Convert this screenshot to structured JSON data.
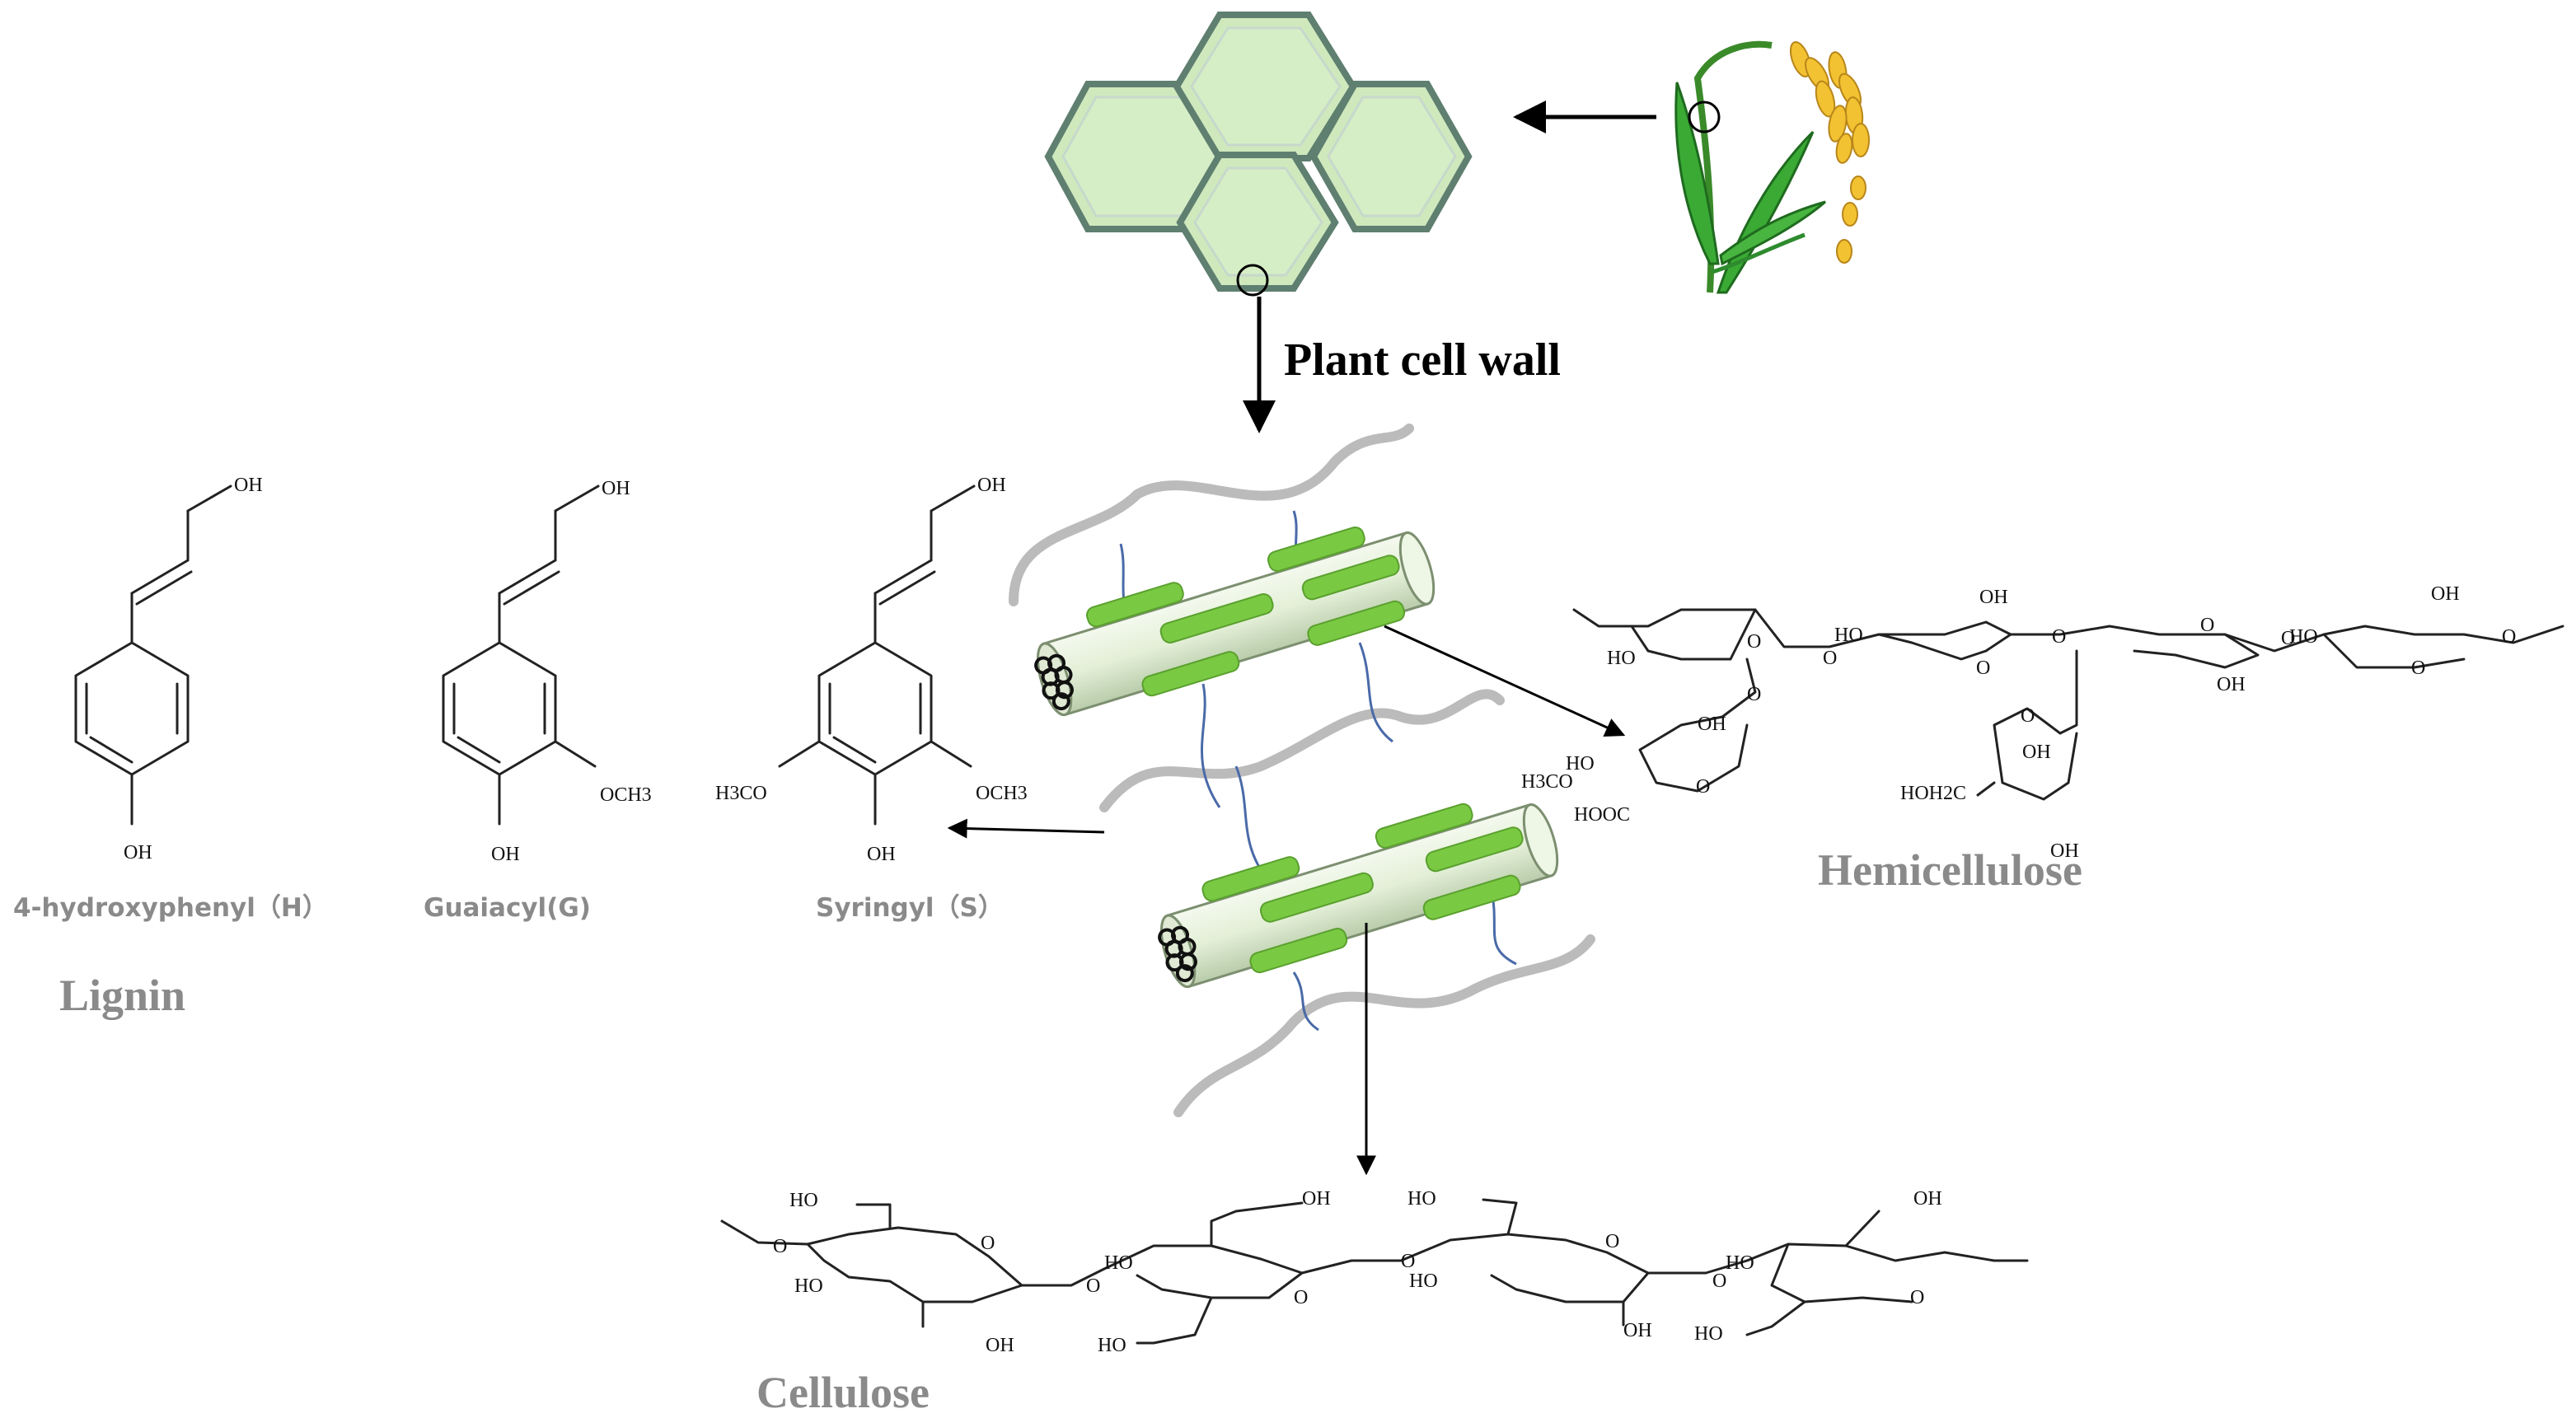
{
  "diagram": {
    "plant_cell_wall_label": "Plant cell wall",
    "lignin": {
      "title": "Lignin",
      "monomers": [
        {
          "name": "4-hydroxyphenyl（H）",
          "substituents": [
            "OH",
            "OH"
          ]
        },
        {
          "name": "Guaiacyl(G)",
          "substituents": [
            "OH",
            "OCH3",
            "OH"
          ]
        },
        {
          "name": "Syringyl（S）",
          "substituents": [
            "OH",
            "H3CO",
            "OCH3",
            "OH"
          ]
        }
      ]
    },
    "hemicellulose": {
      "title": "Hemicellulose",
      "labels": [
        "O",
        "HO",
        "OH",
        "H3CO",
        "HOOC",
        "HOH2C"
      ]
    },
    "cellulose": {
      "title": "Cellulose",
      "labels": [
        "HO",
        "OH",
        "O"
      ]
    },
    "colors": {
      "cell_fill": "#d2ecc0",
      "cell_border": "#6a8a7a",
      "fibril_band": "#7ac943",
      "grain": "#f2c232",
      "leaf": "#3aaa35",
      "label_grey": "#8a8a8a"
    },
    "icons": [
      "plant-cell-hexagon",
      "rice-plant-icon",
      "microfibril-bundle"
    ]
  }
}
